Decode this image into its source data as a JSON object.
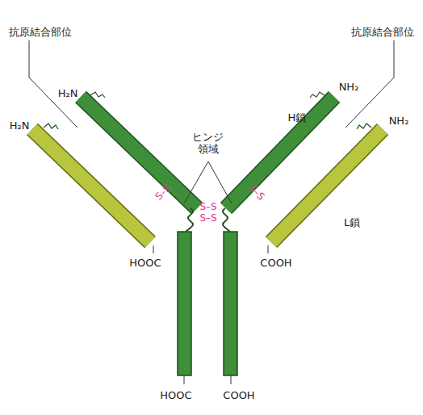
{
  "diagram": {
    "labels": [
      "抗原結合部位",
      "抗原結合部位",
      "H₂N",
      "H₂N",
      "NH₂",
      "NH₂",
      "H鎖",
      "ヒンジ 領域",
      "L鎖",
      "S–S",
      "S–S",
      "S–S",
      "S–S",
      "HOOC",
      "COOH",
      "HOOC",
      "COOH"
    ]
  }
}
